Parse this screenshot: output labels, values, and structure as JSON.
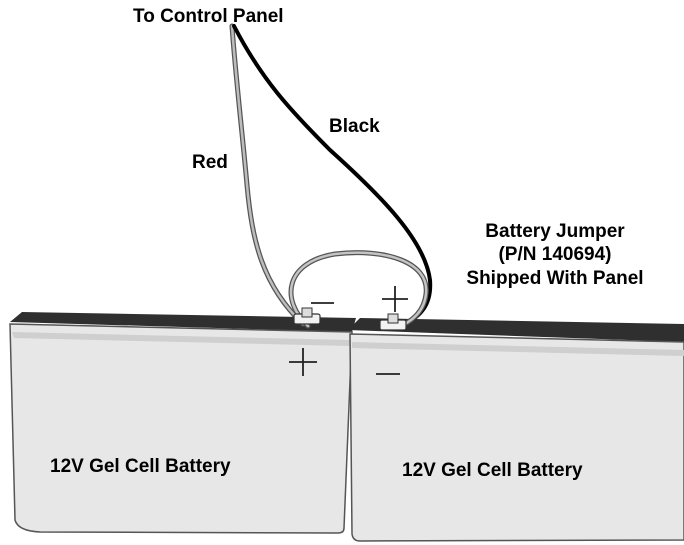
{
  "labels": {
    "to_control_panel": "To Control Panel",
    "black": "Black",
    "red": "Red",
    "jumper_line1": "Battery Jumper",
    "jumper_line2": "(P/N 140694)",
    "jumper_line3": "Shipped With Panel"
  },
  "batteries": {
    "left": {
      "label": "12V Gel Cell Battery"
    },
    "right": {
      "label": "12V Gel Cell Battery"
    }
  },
  "colors": {
    "battery_body": "#e6e6e6",
    "battery_top": "#333333",
    "red_wire": "#b3b3b3",
    "black_wire": "#000000"
  },
  "icons": {
    "left_battery_positive": "plus-icon",
    "left_battery_negative": "minus-icon",
    "right_battery_positive": "plus-icon",
    "right_battery_negative": "minus-icon"
  }
}
